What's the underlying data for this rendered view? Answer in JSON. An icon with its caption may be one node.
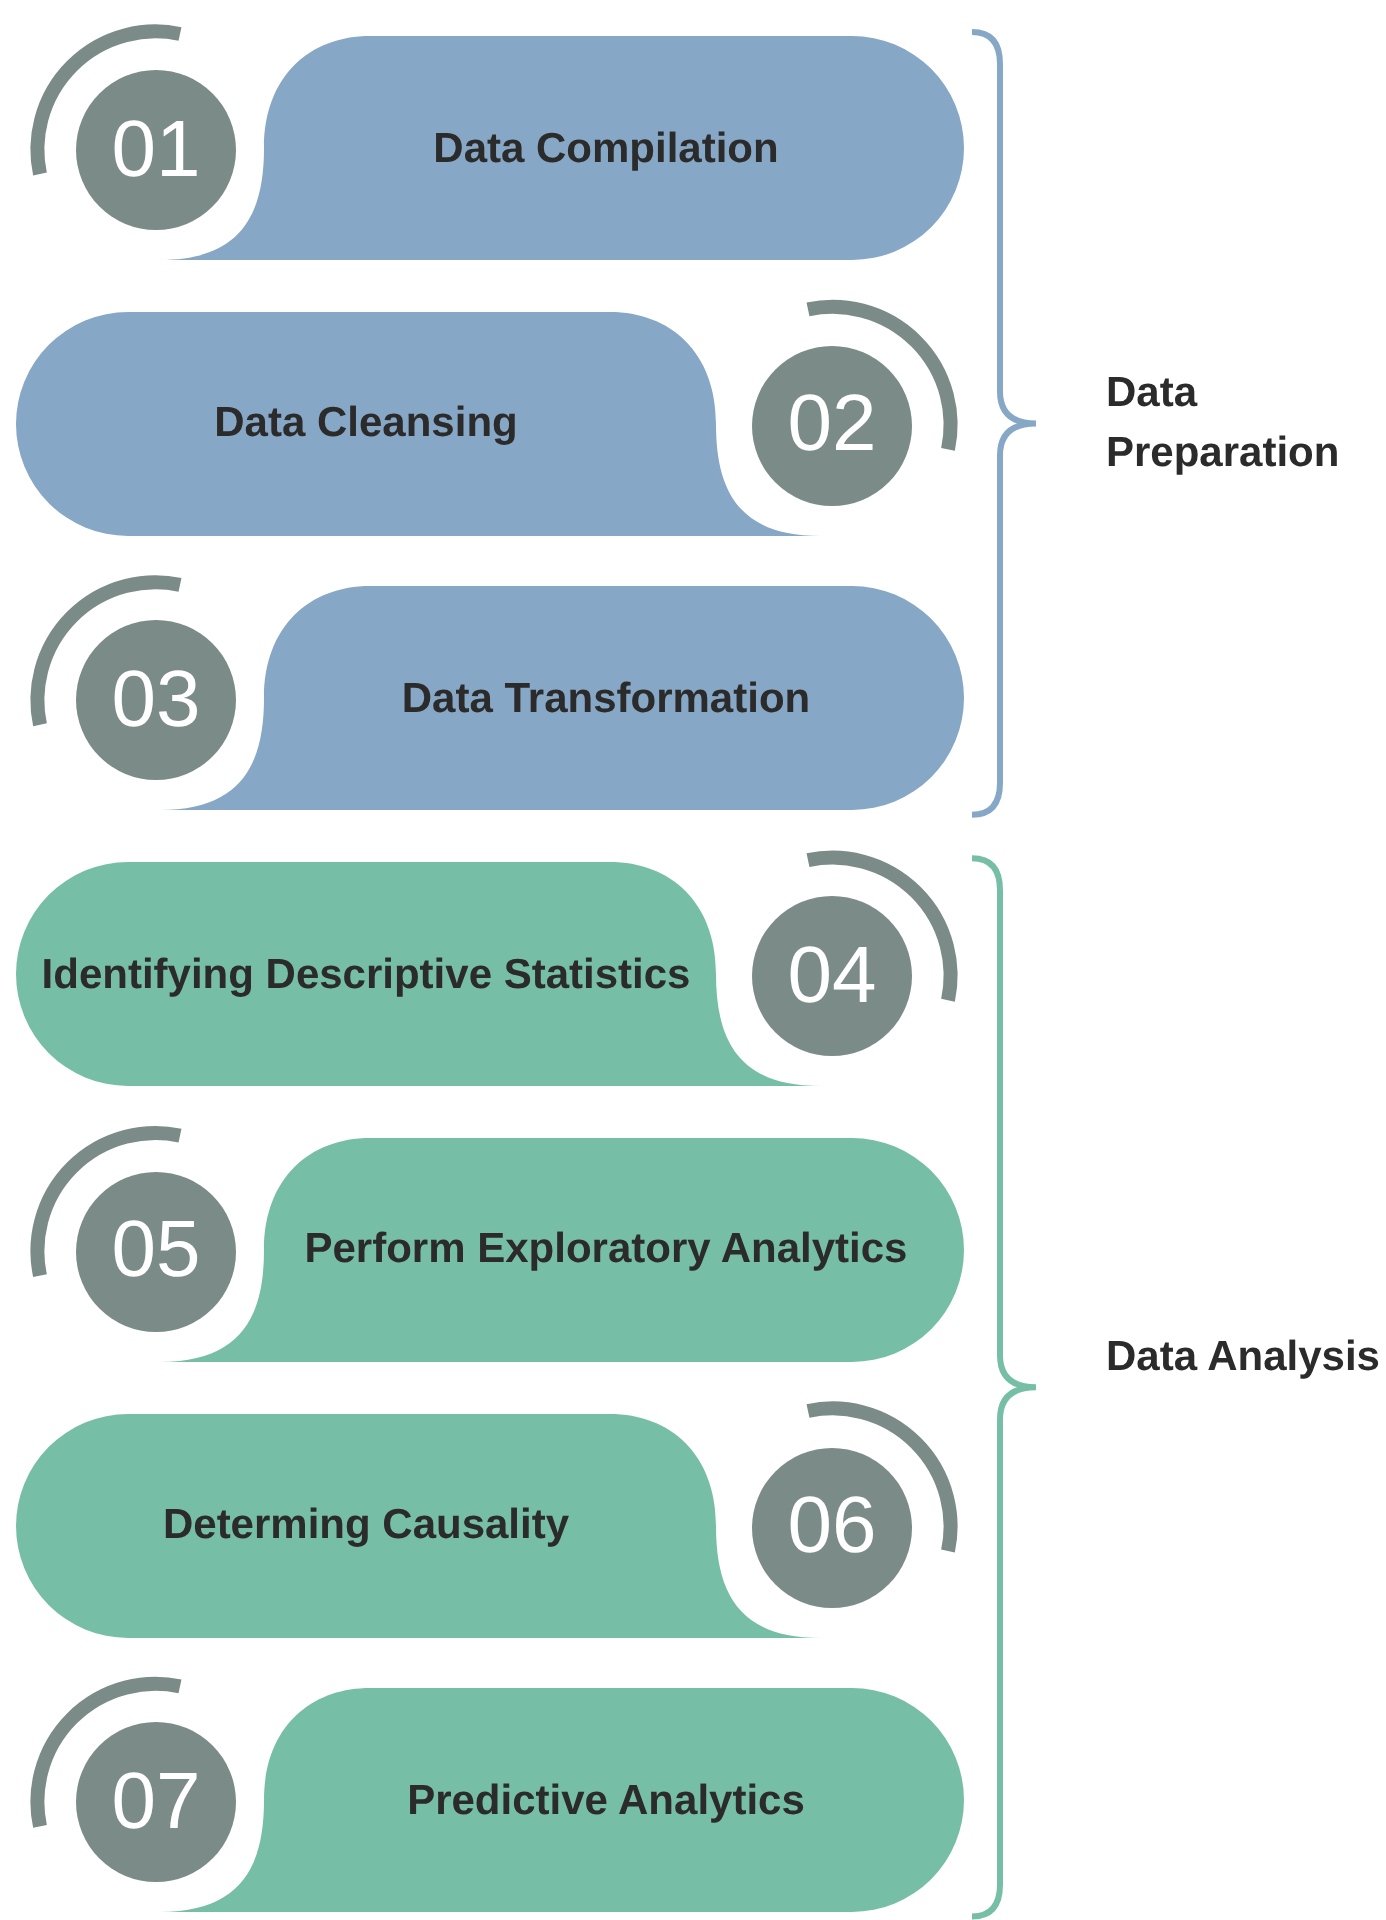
{
  "diagram": {
    "nodes": [
      {
        "text": [
          "01"
        ]
      },
      {
        "text": [
          "Data Compilation"
        ]
      },
      {
        "text": [
          "Data Cleansing"
        ]
      },
      {
        "text": [
          "02"
        ]
      },
      {
        "text": [
          "03"
        ]
      },
      {
        "text": [
          "Data Transformation"
        ]
      },
      {
        "text": [
          "Identifying Descriptive Statistics"
        ]
      },
      {
        "text": [
          "04"
        ]
      },
      {
        "text": [
          "05"
        ]
      },
      {
        "text": [
          "Perform Exploratory Analytics"
        ]
      },
      {
        "text": [
          "Determing Causality"
        ]
      },
      {
        "text": [
          "06"
        ]
      },
      {
        "text": [
          "07"
        ]
      },
      {
        "text": [
          "Predictive Analytics"
        ]
      }
    ],
    "edges": [],
    "labels": [
      "Data Preparation",
      "Data Analysis"
    ]
  }
}
